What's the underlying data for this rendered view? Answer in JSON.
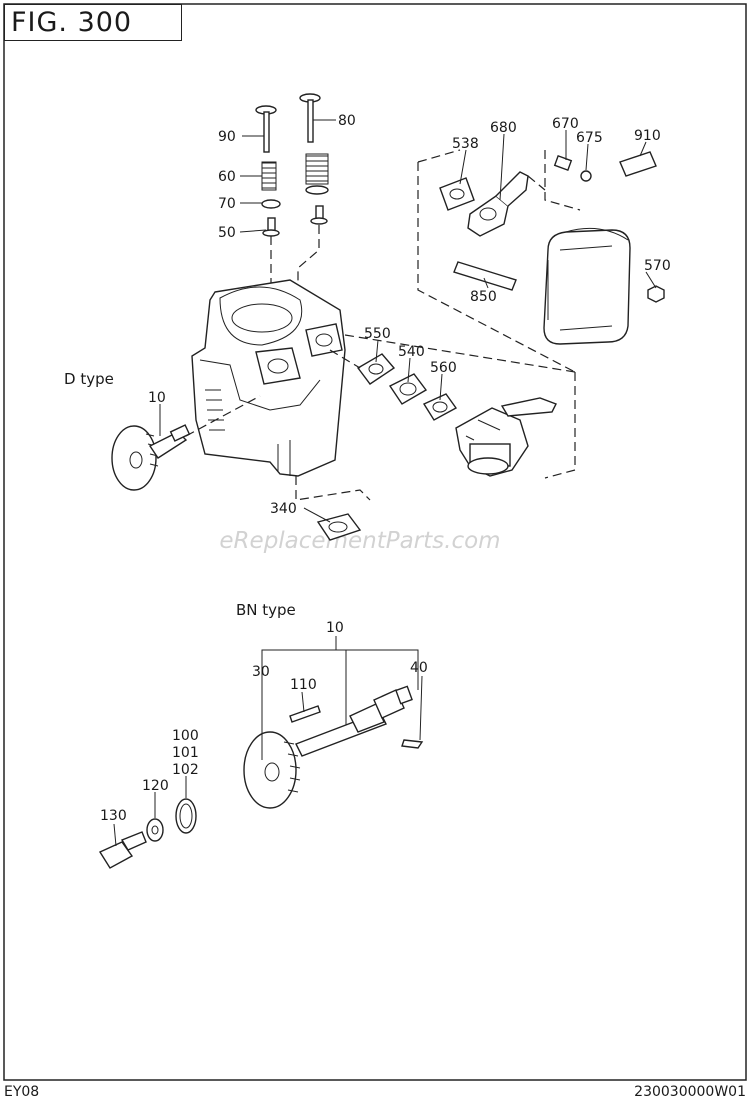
{
  "figure": {
    "title": "FIG. 300"
  },
  "footer": {
    "model": "EY08",
    "code": "230030000W01"
  },
  "watermark": "eReplacementParts.com",
  "types": {
    "d_type": "D type",
    "bn_type": "BN type"
  },
  "callouts": {
    "c90": "90",
    "c80": "80",
    "c60": "60",
    "c70": "70",
    "c50": "50",
    "c538": "538",
    "c680": "680",
    "c670": "670",
    "c675": "675",
    "c910": "910",
    "c570": "570",
    "c850": "850",
    "c550": "550",
    "c540": "540",
    "c560": "560",
    "c10_d": "10",
    "c340": "340",
    "c10_bn": "10",
    "c30": "30",
    "c40": "40",
    "c110": "110",
    "c100": "100",
    "c101": "101",
    "c102": "102",
    "c120": "120",
    "c130": "130"
  }
}
